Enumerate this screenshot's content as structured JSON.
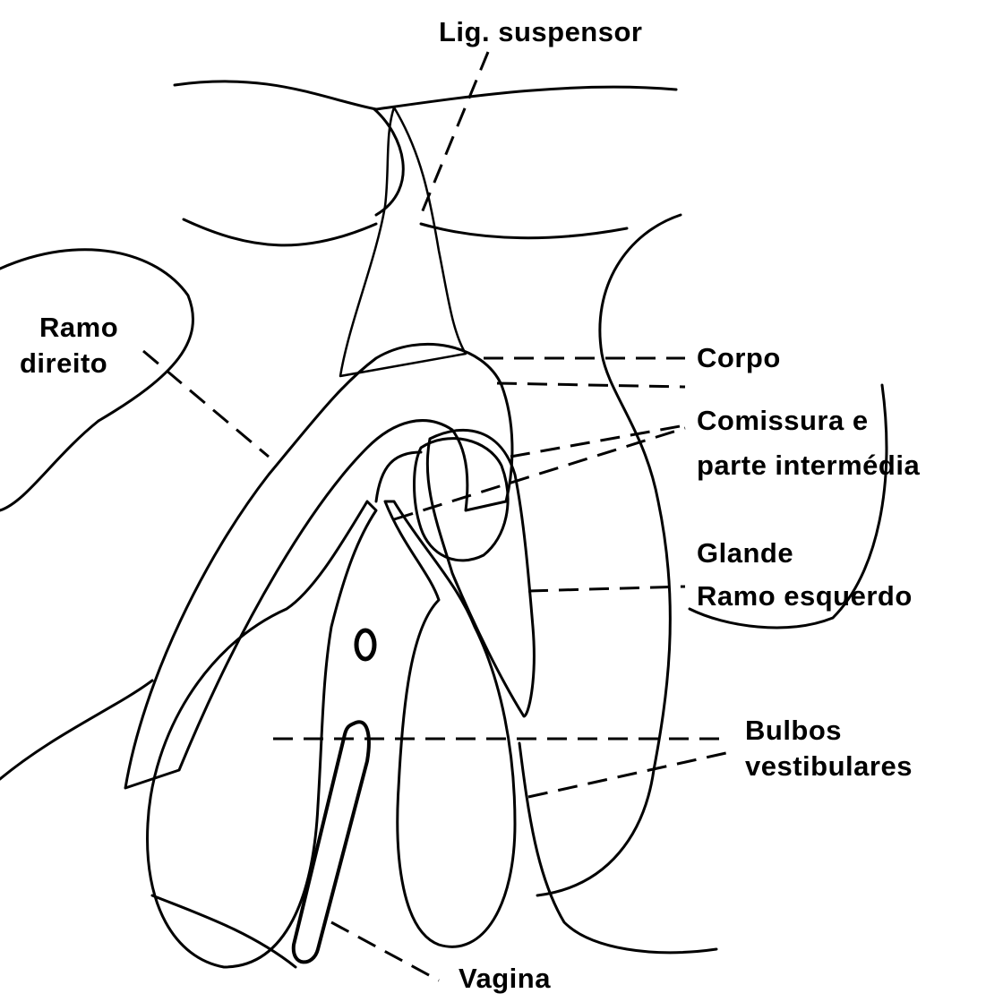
{
  "labels": {
    "lig_suspensor": "Lig. suspensor",
    "ramo_direito_1": "Ramo",
    "ramo_direito_2": "direito",
    "corpo": "Corpo",
    "comissura_1": "Comissura e",
    "comissura_2": "parte intermédia",
    "glande": "Glande",
    "ramo_esquerdo": "Ramo esquerdo",
    "bulbos_1": "Bulbos",
    "bulbos_2": "vestibulares",
    "vagina": "Vagina"
  },
  "colors": {
    "ink": "#000000",
    "background": "#ffffff"
  }
}
